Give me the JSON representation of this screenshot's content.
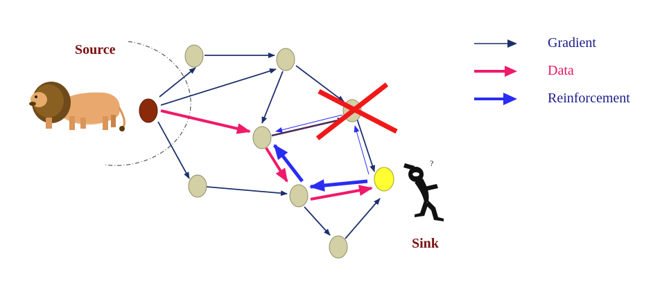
{
  "labels": {
    "source": "Source",
    "sink": "Sink"
  },
  "legend": [
    {
      "label": "Gradient",
      "color": "#1c2f6b",
      "text_color": "#1c1c8a",
      "style": "thin-arrow"
    },
    {
      "label": "Data",
      "color": "#f0196a",
      "text_color": "#e8175d",
      "style": "medium-arrow"
    },
    {
      "label": "Reinforcement",
      "color": "#2a2cf2",
      "text_color": "#1c1c8a",
      "style": "thick-arrow"
    }
  ],
  "colors": {
    "node_fill": "#d2d0a4",
    "node_stroke": "#8f8d6a",
    "source_node": "#8b2a0a",
    "sink_node": "#ffff33",
    "failed_mark": "#f01818"
  },
  "icons": {
    "source_icon": "lion-icon",
    "sink_icon": "thinking-person-icon",
    "failure_icon": "cross-icon"
  }
}
